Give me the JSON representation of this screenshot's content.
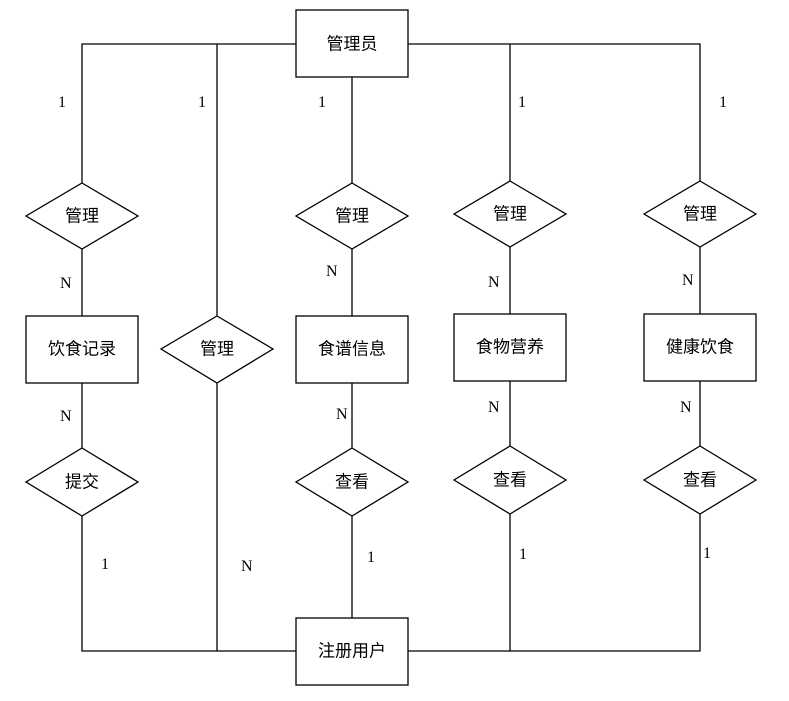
{
  "entities": {
    "admin": "管理员",
    "diet_record": "饮食记录",
    "recipe_info": "食谱信息",
    "food_nutrition": "食物营养",
    "healthy_diet": "健康饮食",
    "registered_user": "注册用户"
  },
  "relationships": {
    "manage": "管理",
    "submit": "提交",
    "view": "查看"
  },
  "cardinality": {
    "one": "1",
    "many": "N"
  }
}
